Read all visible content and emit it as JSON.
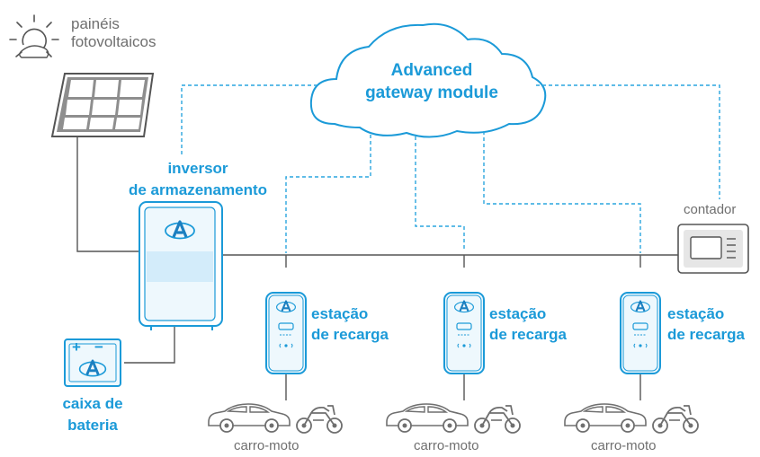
{
  "colors": {
    "accent": "#1b9ad8",
    "line": "#555555",
    "dashed": "#2aa6df",
    "device_fill": "#eef8fd",
    "screen_fill": "#d3ecfa",
    "text_gray": "#6f6f6f"
  },
  "icons": [
    "sun-icon",
    "solar-panel-icon",
    "cloud-icon",
    "inverter-icon",
    "battery-box-icon",
    "charging-station-icon",
    "car-icon",
    "motorcycle-icon",
    "meter-icon"
  ],
  "solar": {
    "label_line1": "painéis",
    "label_line2": "fotovoltaicos"
  },
  "cloud": {
    "line1": "Advanced",
    "line2": "gateway module"
  },
  "inverter": {
    "line1": "inversor",
    "line2": "de armazenamento"
  },
  "battery": {
    "line1": "caixa de",
    "line2": "bateria",
    "plus": "+",
    "minus": "−"
  },
  "meter": {
    "label": "contador"
  },
  "stations": [
    {
      "line1": "estação",
      "line2": "de recarga",
      "vehicle_label": "carro-moto"
    },
    {
      "line1": "estação",
      "line2": "de recarga",
      "vehicle_label": "carro-moto"
    },
    {
      "line1": "estação",
      "line2": "de recarga",
      "vehicle_label": "carro-moto"
    }
  ]
}
